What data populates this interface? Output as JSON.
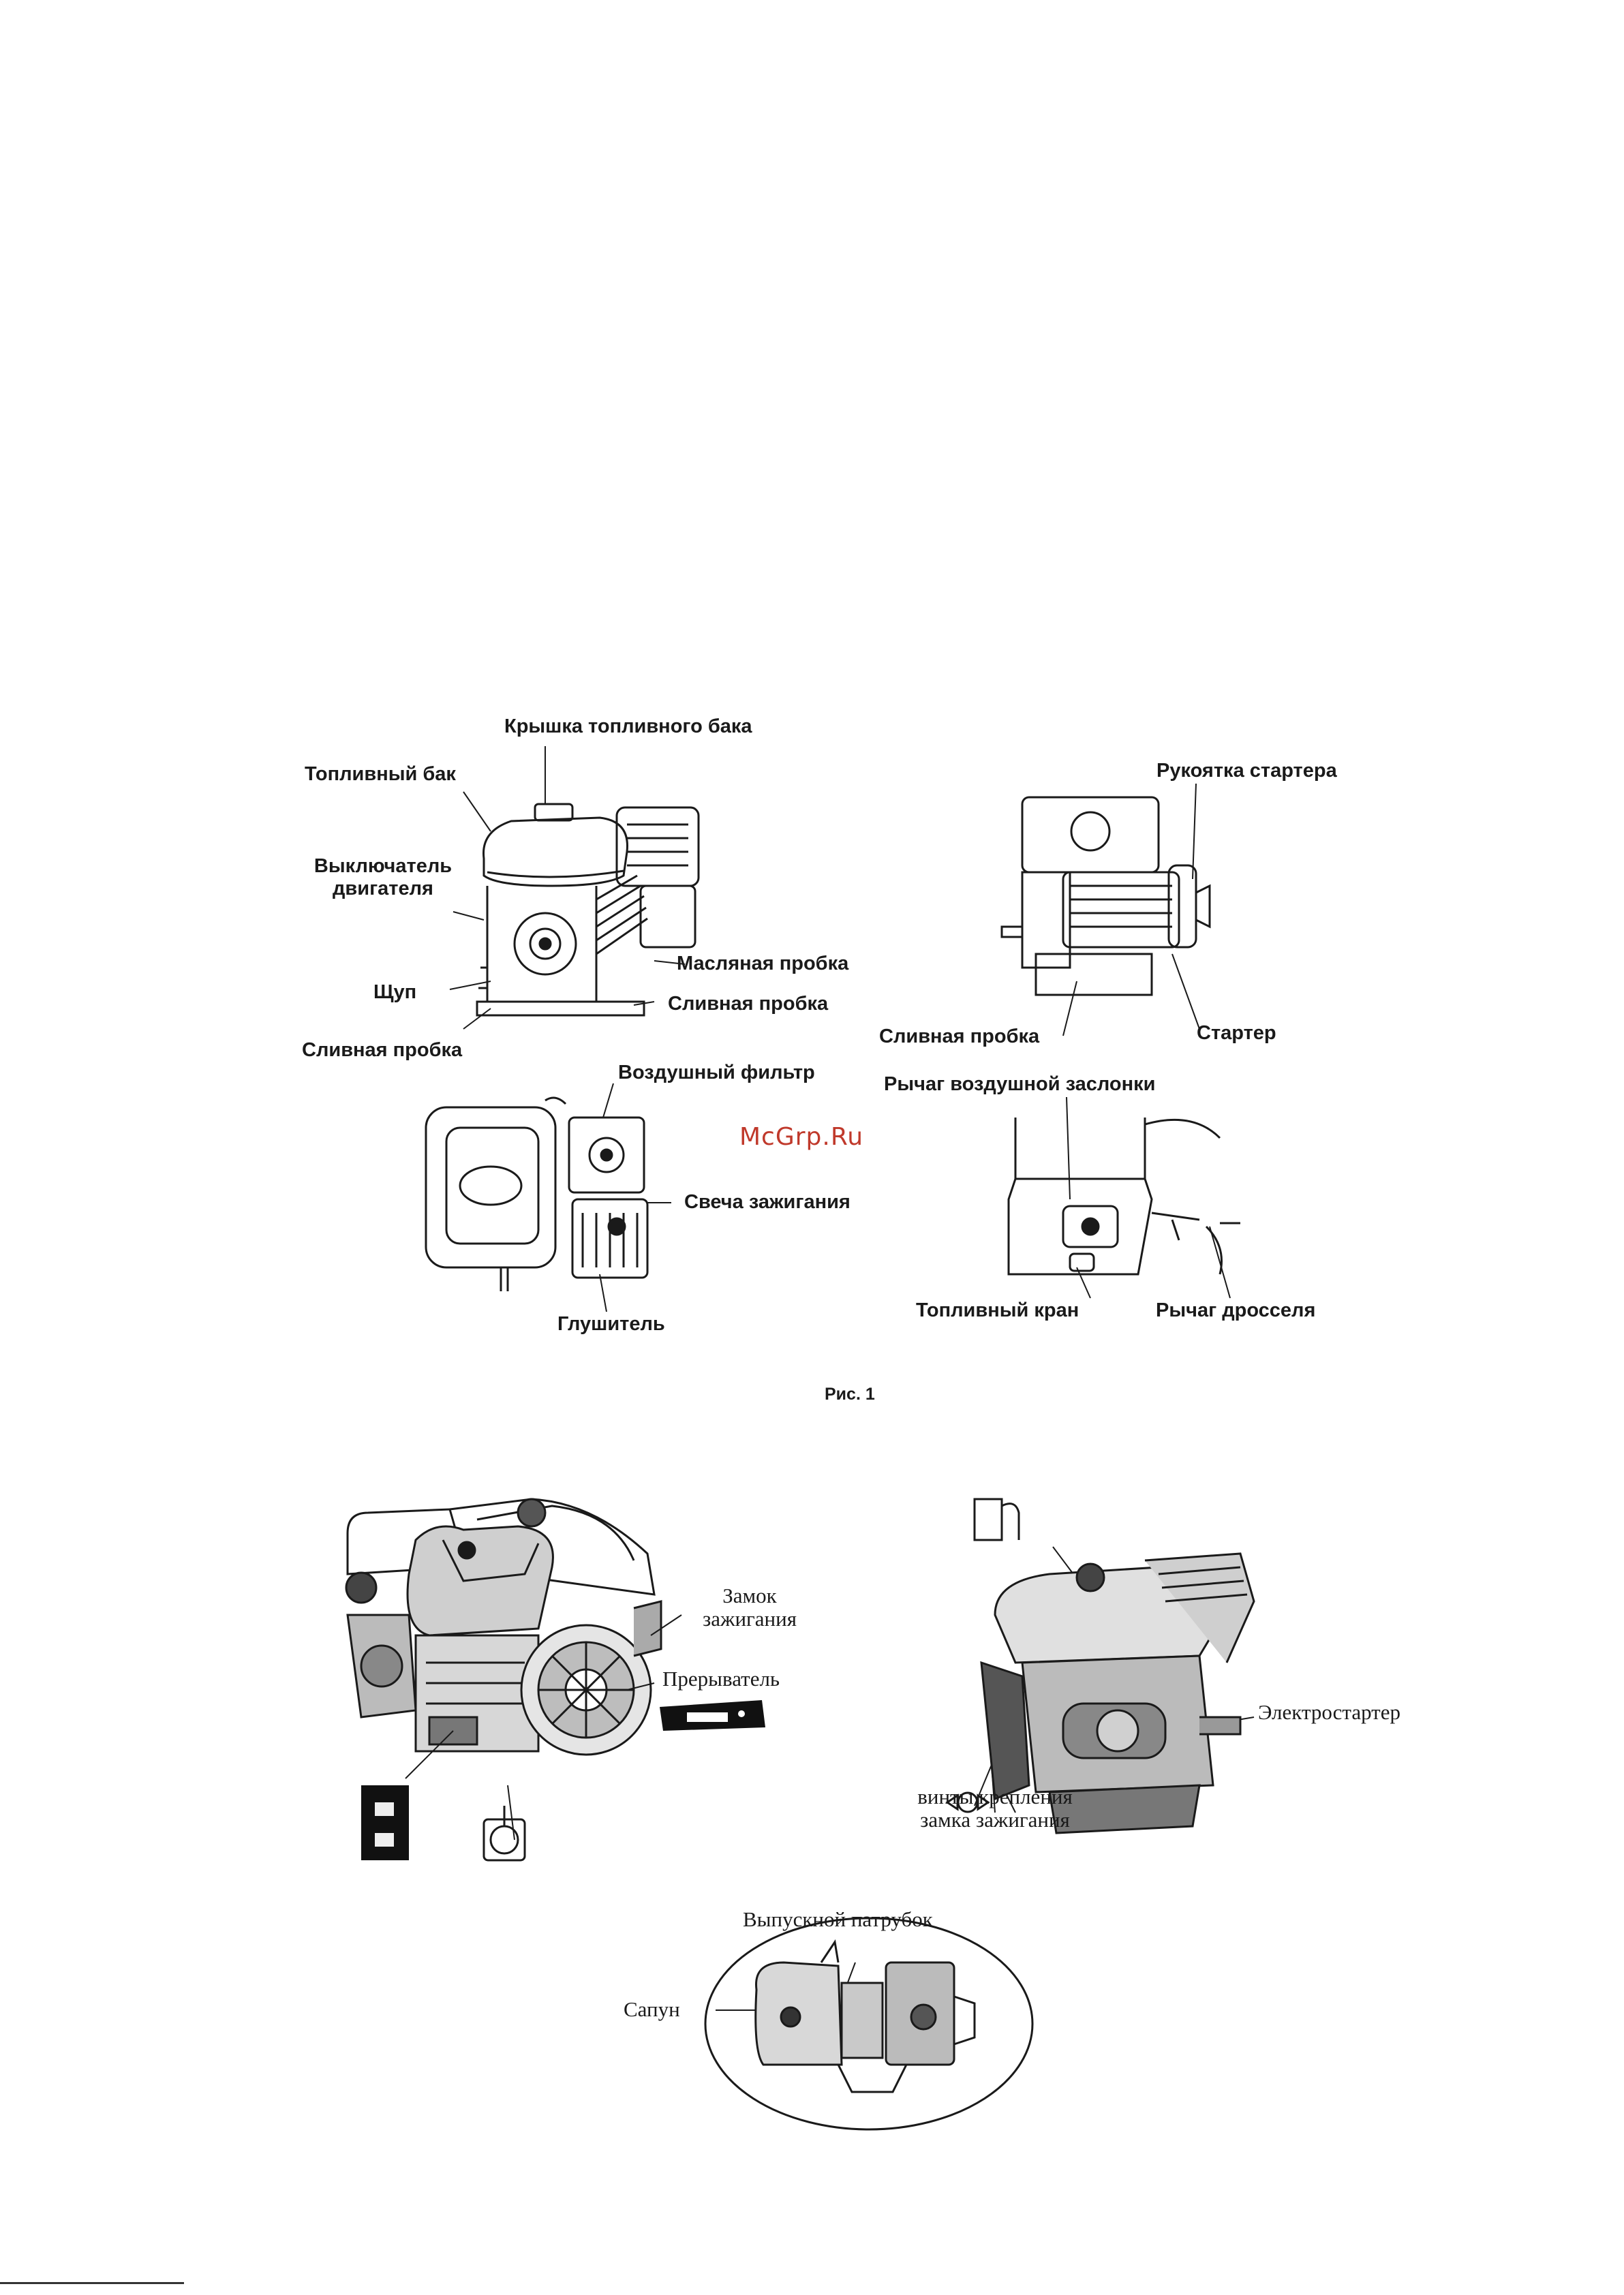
{
  "figure1": {
    "labels": {
      "fuel_tank_cap": "Крышка топливного бака",
      "fuel_tank": "Топливный бак",
      "engine_switch_line1": "Выключатель",
      "engine_switch_line2": "двигателя",
      "oil_plug": "Масляная пробка",
      "dipstick": "Щуп",
      "drain_plug_right": "Сливная пробка",
      "drain_plug_left": "Сливная пробка",
      "starter_handle": "Рукоятка стартера",
      "drain_plug_rear": "Сливная пробка",
      "starter": "Стартер",
      "air_filter": "Воздушный фильтр",
      "choke_lever": "Рычаг воздушной заслонки",
      "spark_plug": "Свеча зажигания",
      "muffler": "Глушитель",
      "fuel_valve": "Топливный кран",
      "throttle_lever": "Рычаг дросселя"
    },
    "caption": "Рис. 1"
  },
  "watermark": "McGrp.Ru",
  "figure2": {
    "labels": {
      "ignition_lock_line1": "Замок",
      "ignition_lock_line2": "зажигания",
      "breaker": "Прерыватель",
      "electric_starter": "Электростартер",
      "lock_screws_line1": "винты крепления",
      "lock_screws_line2": "замка зажигания",
      "exhaust_pipe": "Выпускной патрубок",
      "breather": "Сапун"
    }
  }
}
